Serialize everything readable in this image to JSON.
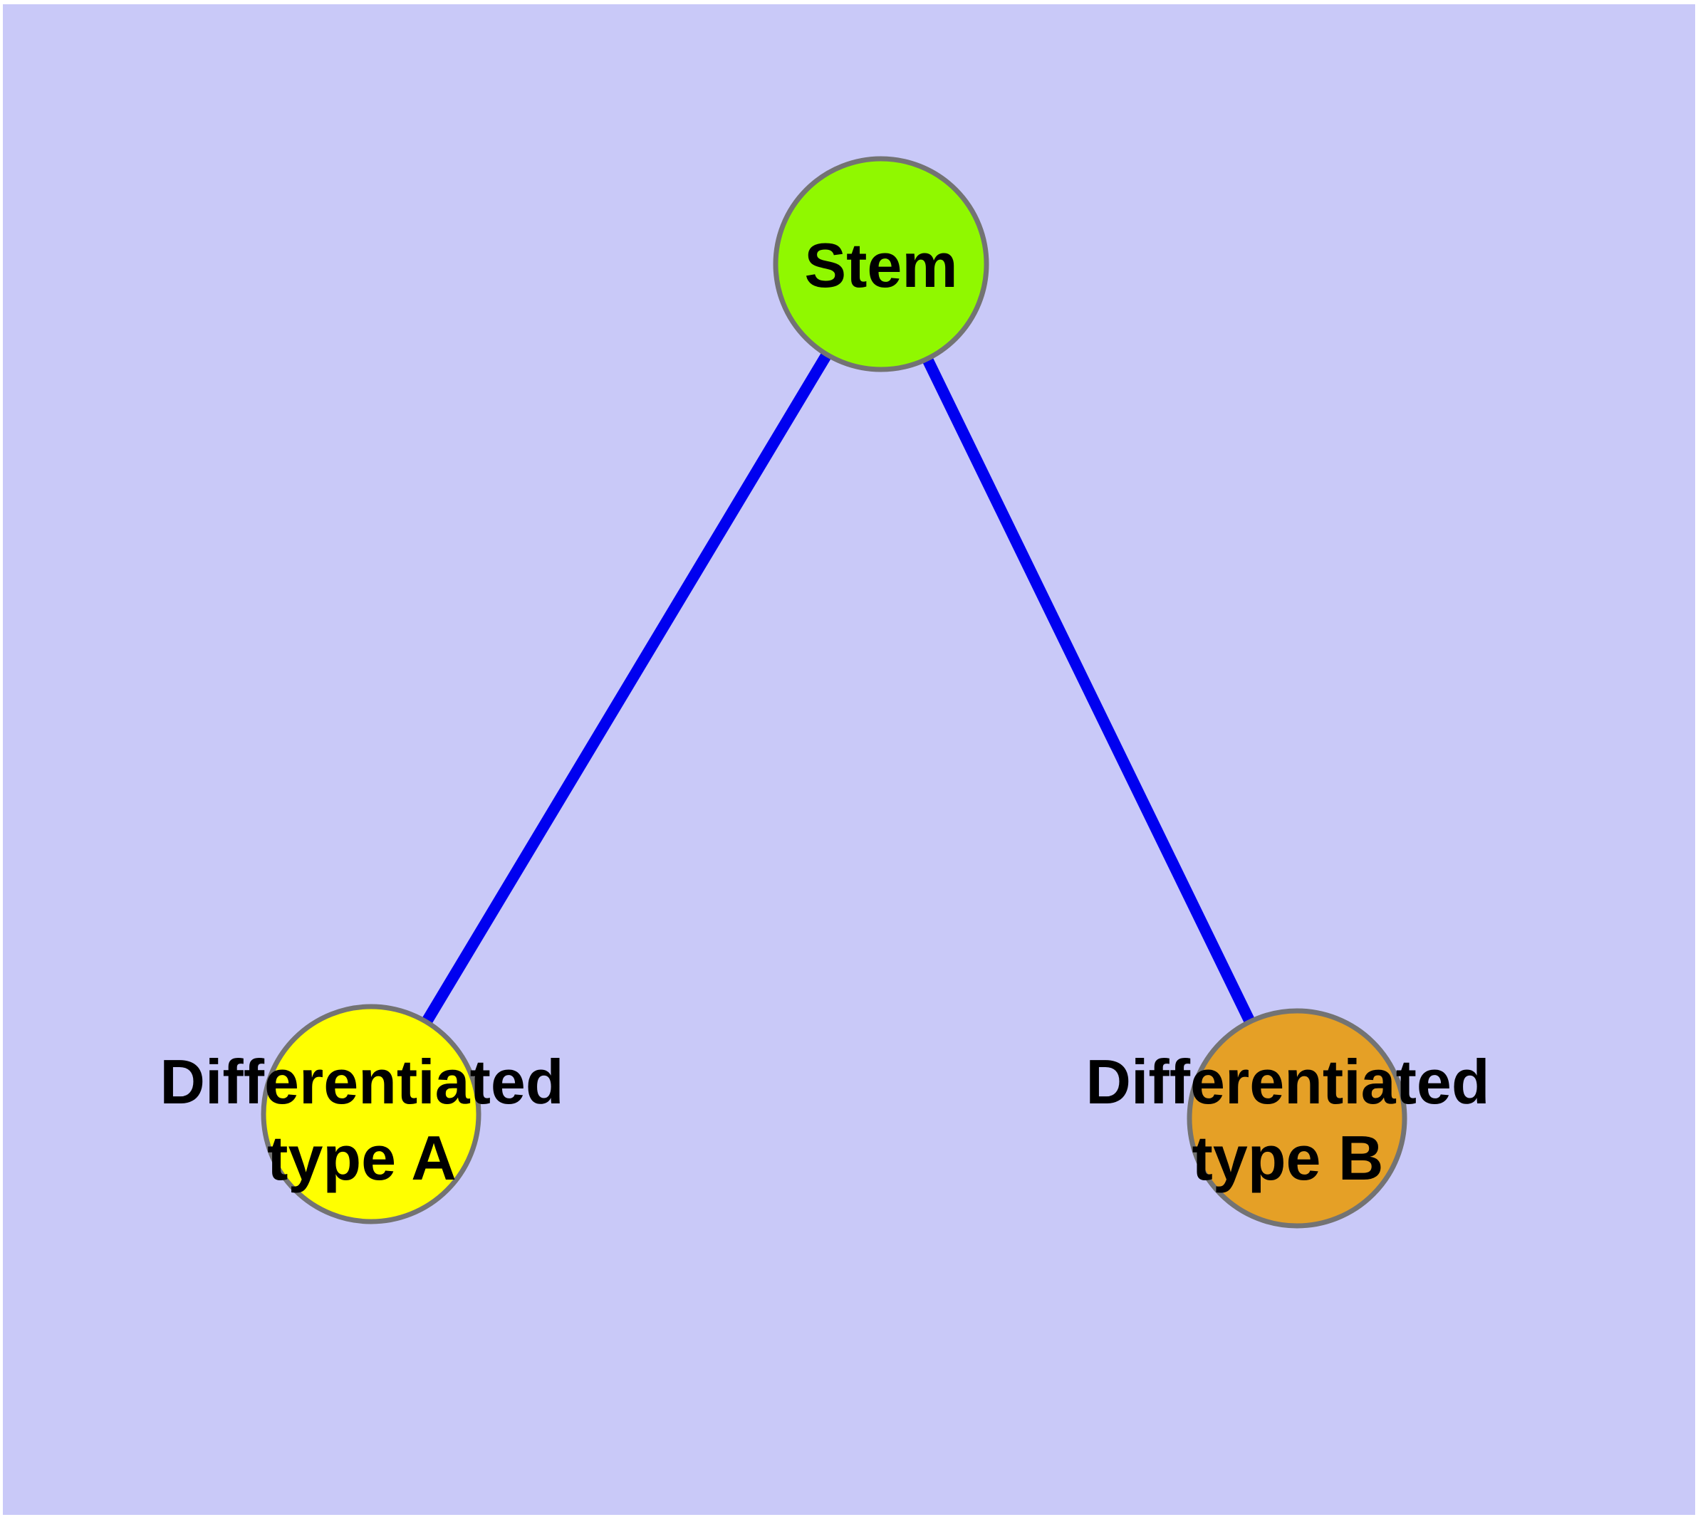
{
  "diagram": {
    "title": "",
    "background_color": "#C9C9F8",
    "edge_color": "#0000F0",
    "node_border_color": "#737373",
    "label_color": "#000000",
    "nodes": [
      {
        "id": "stem",
        "label": "Stem",
        "label_line1": "Stem",
        "label_line2": "",
        "color": "#90F800"
      },
      {
        "id": "differentiated-type-a",
        "label": "Differentiated type A",
        "label_line1": "Differentiated",
        "label_line2": "type A",
        "color": "#FFFF00"
      },
      {
        "id": "differentiated-type-b",
        "label": "Differentiated type B",
        "label_line1": "Differentiated",
        "label_line2": "type B",
        "color": "#E5A026"
      }
    ],
    "edges": [
      {
        "from": "Stem",
        "to": "Differentiated type A"
      },
      {
        "from": "Stem",
        "to": "Differentiated type B"
      }
    ]
  }
}
